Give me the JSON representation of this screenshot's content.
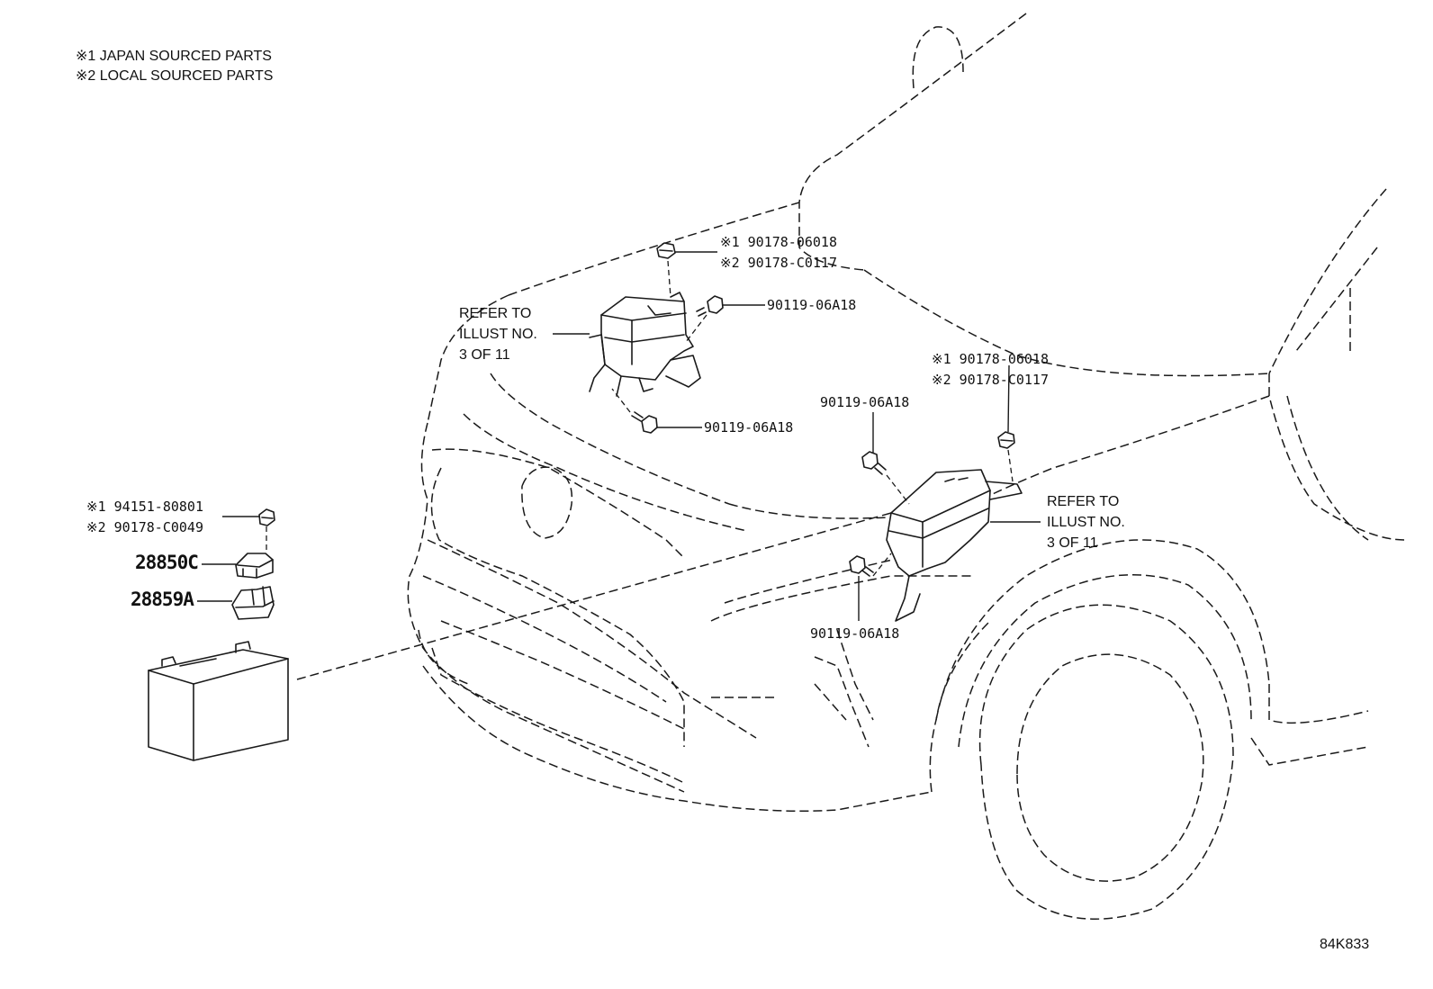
{
  "notes": [
    "※1 JAPAN SOURCED PARTS",
    "※2 LOCAL SOURCED PARTS"
  ],
  "callouts": {
    "nut_top": [
      "※1 90178-06018",
      "※2 90178-C0117"
    ],
    "bolt_top_right": "90119-06A18",
    "bolt_top_bottom": "90119-06A18",
    "refer_left": [
      "REFER TO",
      "ILLUST NO.",
      "3 OF 11"
    ],
    "nut_right": [
      "※1 90178-06018",
      "※2 90178-C0117"
    ],
    "bolt_right_top": "90119-06A18",
    "refer_right": [
      "REFER TO",
      "ILLUST NO.",
      "3 OF 11"
    ],
    "bolt_right_bottom": "90119-06A18",
    "battery_nut": [
      "※1 94151-80801",
      "※2 90178-C0049"
    ],
    "clamp": "28850C",
    "holder": "28859A"
  },
  "illustration_id": "84K833"
}
